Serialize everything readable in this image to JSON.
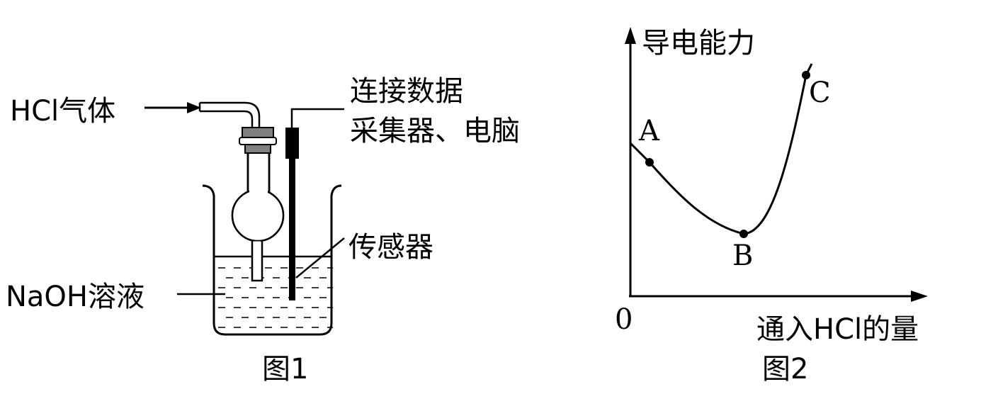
{
  "figure1": {
    "gas_label": "HCl气体",
    "connect_line1": "连接数据",
    "connect_line2": "采集器、电脑",
    "sensor_label": "传感器",
    "solution_label": "NaOH溶液",
    "caption": "图1"
  },
  "figure2": {
    "caption": "图2",
    "chart_data": {
      "type": "line",
      "ylabel": "导电能力",
      "xlabel": "通入HCl的量",
      "origin_label": "0",
      "points": [
        {
          "name": "A",
          "label": "A"
        },
        {
          "name": "B",
          "label": "B"
        },
        {
          "name": "C",
          "label": "C"
        }
      ]
    }
  }
}
